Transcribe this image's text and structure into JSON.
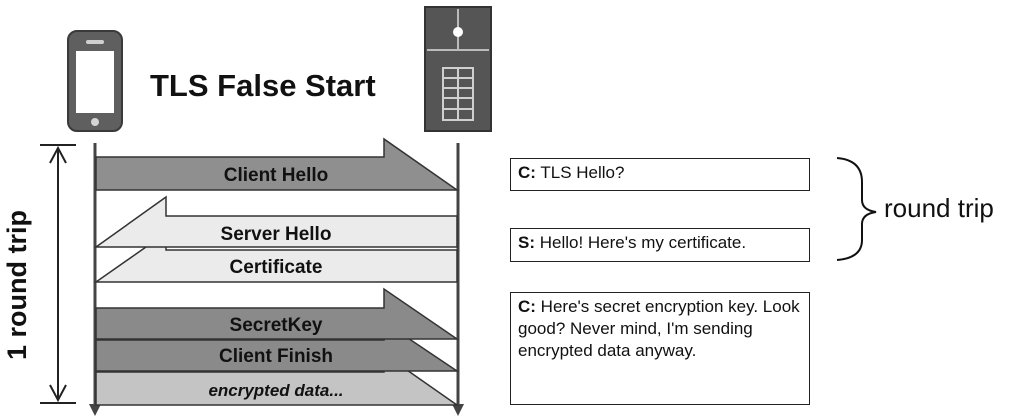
{
  "title": "TLS False Start",
  "axis_label": "1 round trip",
  "messages": [
    {
      "label": "Client Hello",
      "direction": "right",
      "fill": "#8f8f8f",
      "italic": false
    },
    {
      "label": "Server Hello",
      "direction": "left",
      "fill": "#ebebeb",
      "italic": false
    },
    {
      "label": "Certificate",
      "direction": "left",
      "fill": "#ebebeb",
      "italic": false
    },
    {
      "label": "SecretKey",
      "direction": "right",
      "fill": "#8a8a8a",
      "italic": false
    },
    {
      "label": "Client Finish",
      "direction": "right",
      "fill": "#8a8a8a",
      "italic": false
    },
    {
      "label": "encrypted data...",
      "direction": "right",
      "fill": "#c4c4c4",
      "italic": true
    }
  ],
  "notes": [
    {
      "prefix": "C:",
      "text": " TLS Hello?"
    },
    {
      "prefix": "S:",
      "text": " Hello! Here's my certificate."
    },
    {
      "prefix": "C:",
      "text": " Here's secret encryption key. Look good? Never mind, I'm sending encrypted data anyway."
    }
  ],
  "brace_label": "round trip",
  "icons": {
    "client": "smartphone-icon",
    "server": "server-icon"
  },
  "colors": {
    "line": "#444444",
    "stroke": "#333333",
    "device": "#5a5a5a"
  }
}
